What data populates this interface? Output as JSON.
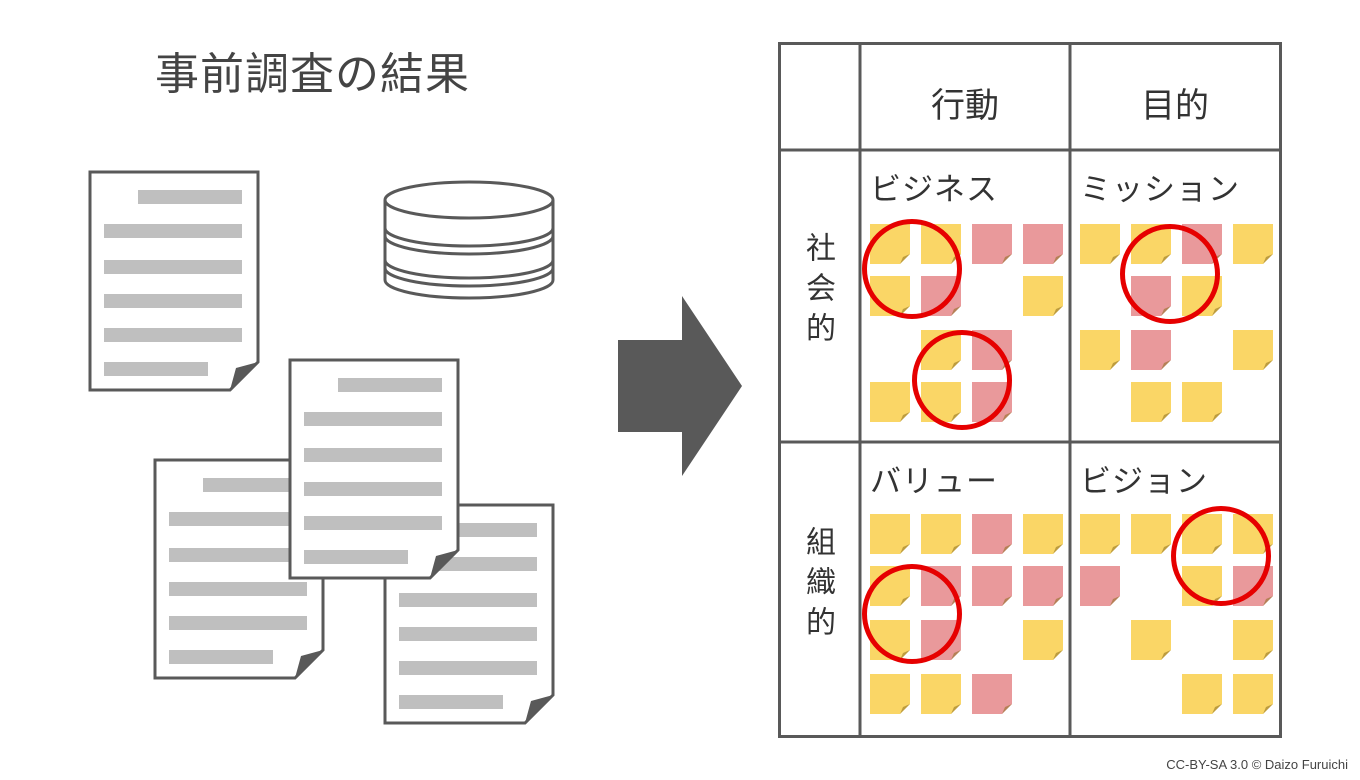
{
  "title": "事前調査の結果",
  "columns": [
    "行動",
    "目的"
  ],
  "rows": [
    "社会的",
    "組織的"
  ],
  "cells": [
    "ビジネス",
    "ミッション",
    "バリュー",
    "ビジョン"
  ],
  "credit": "CC-BY-SA 3.0 © Daizo Furuichi",
  "colors": {
    "note_yellow": "#fad666",
    "note_pink": "#e9999b",
    "circle": "#e60000",
    "arrow": "#595959"
  },
  "icons": [
    "document-icon",
    "database-icon",
    "arrow-right-icon",
    "sticky-note-icon"
  ]
}
